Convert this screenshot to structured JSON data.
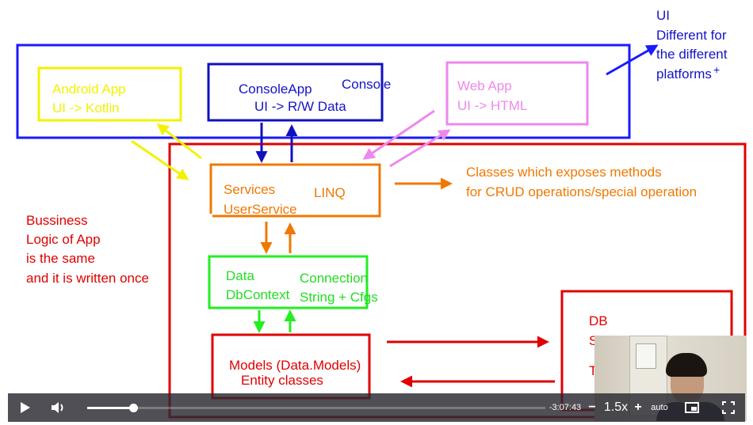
{
  "diagram": {
    "ui_note": [
      "UI",
      "Different for",
      "the different",
      "platforms"
    ],
    "plus_mark": "+",
    "android": [
      "Android App",
      "UI -> Kotlin"
    ],
    "console_app": [
      "ConsoleApp",
      "UI -> R/W Data"
    ],
    "console_label": "Console",
    "web_app": [
      "Web App",
      "UI -> HTML"
    ],
    "services": [
      "Services",
      "UserService"
    ],
    "linq": "LINQ",
    "crud_note": [
      "Classes which exposes methods",
      "for CRUD operations/special operation"
    ],
    "business_note": [
      "Bussiness",
      "Logic of App",
      "is the same",
      "and it is written once"
    ],
    "data_box": [
      "Data",
      "DbContext"
    ],
    "connection": [
      "Connection",
      "String + Cfgs"
    ],
    "models": [
      "Models (Data.Models)",
      "Entity classes"
    ],
    "db_box": [
      "DB",
      "S",
      "T"
    ],
    "colors": {
      "ui_layer": "#1a1aff",
      "android": "#f2f200",
      "web": "#ee88ee",
      "services": "#f07800",
      "data": "#22dd22",
      "business": "#e00000"
    }
  },
  "player": {
    "time_remaining": "-3:07:43",
    "speed_minus": "−",
    "speed": "1.5x",
    "speed_plus": "+",
    "quality": "auto",
    "progress": 0.1
  }
}
